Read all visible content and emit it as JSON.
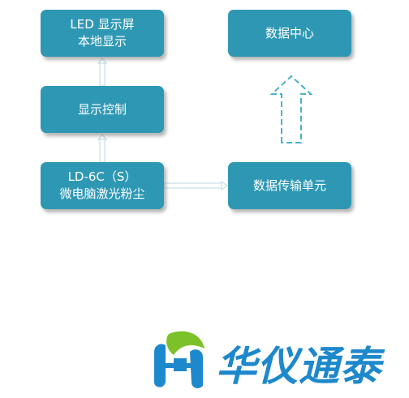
{
  "diagram": {
    "nodes": {
      "led_display": {
        "line1": "LED 显示屏",
        "line2": "本地显示"
      },
      "display_control": {
        "label": "显示控制"
      },
      "device": {
        "line1": "LD-6C（S）",
        "line2": "微电脑激光粉尘"
      },
      "data_center": {
        "label": "数据中心"
      },
      "data_transfer": {
        "label": "数据传输单元"
      }
    },
    "colors": {
      "box_fill": "#2e98b4",
      "box_text": "#ffffff",
      "connector": "#4bb0cc",
      "brand_blue": "#1e88cc",
      "logo_green": "#7cc12a"
    }
  },
  "logo": {
    "brand_text": "华仪通泰",
    "icon": "huayi-tongtai-logo-icon"
  }
}
